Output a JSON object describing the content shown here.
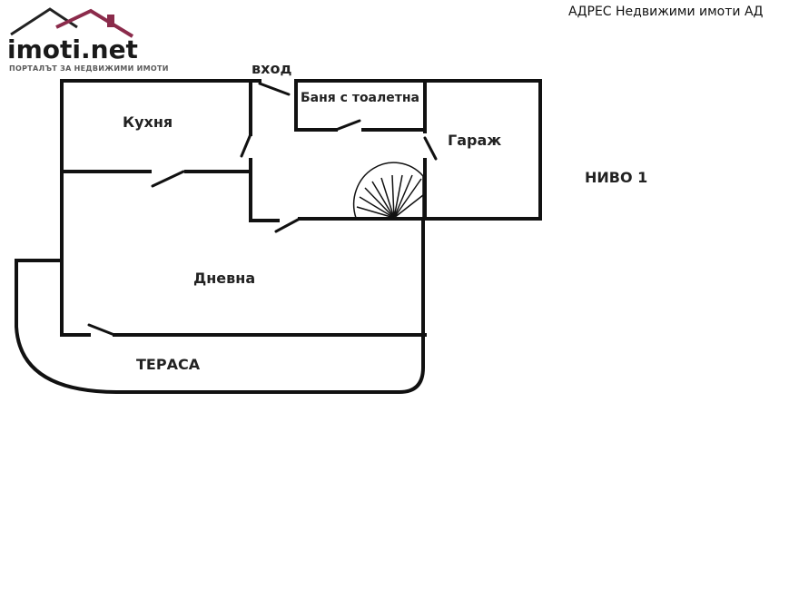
{
  "agency": "АДРЕС Недвижими имоти АД",
  "logo": {
    "name": "imoti.net",
    "tagline": "ПОРТАЛЪТ ЗА НЕДВИЖИМИ ИМОТИ",
    "accent_color": "#8b2b4b"
  },
  "level": "НИВО 1",
  "entrance": "вход",
  "rooms": {
    "kitchen": "Кухня",
    "bathroom": "Баня с тоалетна",
    "garage": "Гараж",
    "living": "Дневна",
    "terrace": "ТЕРАСА"
  },
  "colors": {
    "line": "#111111",
    "background": "#ffffff"
  }
}
